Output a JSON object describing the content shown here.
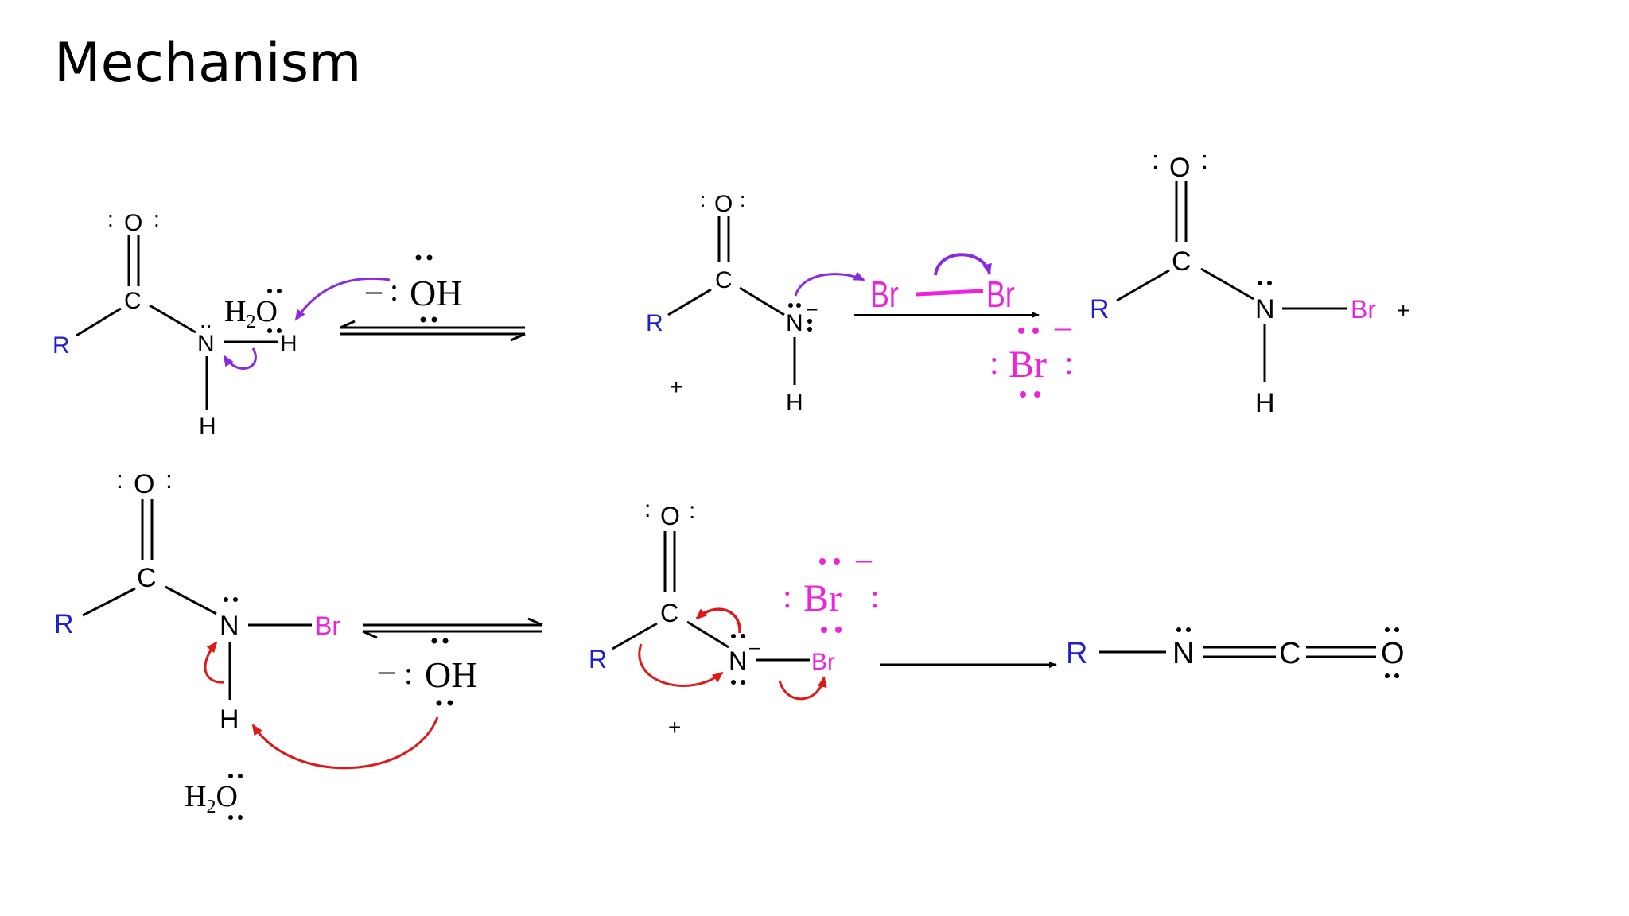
{
  "title": "Mechanism",
  "colors": {
    "r_group": "#1f1fd0",
    "bromine": "#ee22dd",
    "arrow_purple": "#8a2be2",
    "arrow_red": "#e01818",
    "bond": "#000000"
  },
  "labels": {
    "O": "O",
    "C": "C",
    "N": "N",
    "H": "H",
    "R": "R",
    "Br": "Br",
    "water": "H",
    "water_sub": "2",
    "water_O": "O",
    "hydroxide": "OH",
    "minus": "–",
    "plus": "+",
    "lone_pair": "..",
    "colon": ":"
  },
  "diagram": {
    "step1": "amide + hydroxide deprotonation (equilibrium)",
    "step2": "amide anion attacks Br–Br giving N-bromoamide + bromide",
    "step3": "N-bromoamide deprotonated by hydroxide (equilibrium)",
    "step4": "rearrangement with loss of bromide to isocyanate R–N=C=O"
  }
}
